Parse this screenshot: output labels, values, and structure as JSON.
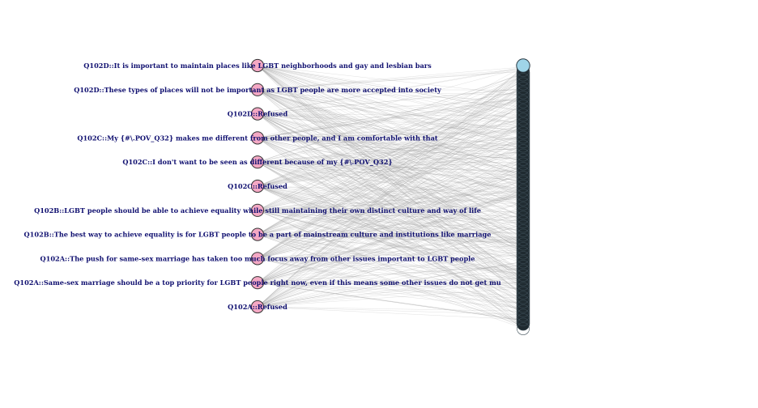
{
  "colors": {
    "left_node_fill": "#f4a8c4",
    "left_node_stroke": "#333333",
    "right_node_fill": "#9fd4e8",
    "right_bar_fill": "#1f2a30",
    "edge_color": "#9a9a9a",
    "label_color": "#101070"
  },
  "left_nodes": [
    {
      "label": "Q102D::It is important to maintain places like LGBT neighborhoods and gay and lesbian bars"
    },
    {
      "label": "Q102D::These types of places will not be important as LGBT people are more accepted into society"
    },
    {
      "label": "Q102D::Refused"
    },
    {
      "label": "Q102C::My {#\\.POV_Q32}  makes me  different from other people, and I am comfortable with that"
    },
    {
      "label": "Q102C::I don't want to be seen as different because of my {#\\.POV_Q32}"
    },
    {
      "label": "Q102C::Refused"
    },
    {
      "label": "Q102B::LGBT people should be able to achieve equality while still maintaining their own distinct culture and way of life"
    },
    {
      "label": "Q102B::The best way to achieve equality is for LGBT people to be a part of  mainstream culture and institutions like marriage"
    },
    {
      "label": "Q102A::The push for same-sex marriage has taken too much focus away from other issues important to LGBT people"
    },
    {
      "label": "Q102A::Same-sex marriage should be a top priority for LGBT people right now, even if this means some other issues do not get mu"
    },
    {
      "label": "Q102A::Refused"
    }
  ]
}
